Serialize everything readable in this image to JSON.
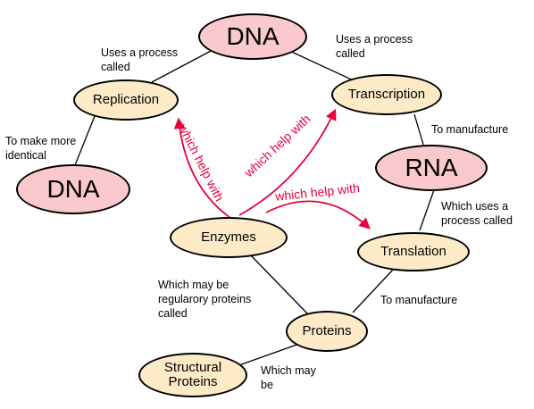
{
  "nodes": {
    "dna_top": "DNA",
    "replication": "Replication",
    "transcription": "Transcription",
    "dna_left": "DNA",
    "rna": "RNA",
    "enzymes": "Enzymes",
    "translation": "Translation",
    "proteins": "Proteins",
    "structural_proteins": "Structural\nProteins"
  },
  "edge_labels": {
    "uses_process_left": "Uses a process\ncalled",
    "uses_process_right": "Uses a process\ncalled",
    "to_make_more": "To make more\nidentical",
    "to_manufacture_1": "To manufacture",
    "which_uses_process": "Which uses a\nprocess called",
    "to_manufacture_2": "To manufacture",
    "regulatory": "Which may be\nregularory proteins\ncalled",
    "which_may_be": "Which may\nbe"
  },
  "arrow_labels": {
    "replication": "which help with",
    "transcription": "which help with",
    "translation": "which help with"
  },
  "colors": {
    "pink_node": "#f9c9cd",
    "cream_node": "#fdebc8",
    "arrow": "#e8003d"
  }
}
